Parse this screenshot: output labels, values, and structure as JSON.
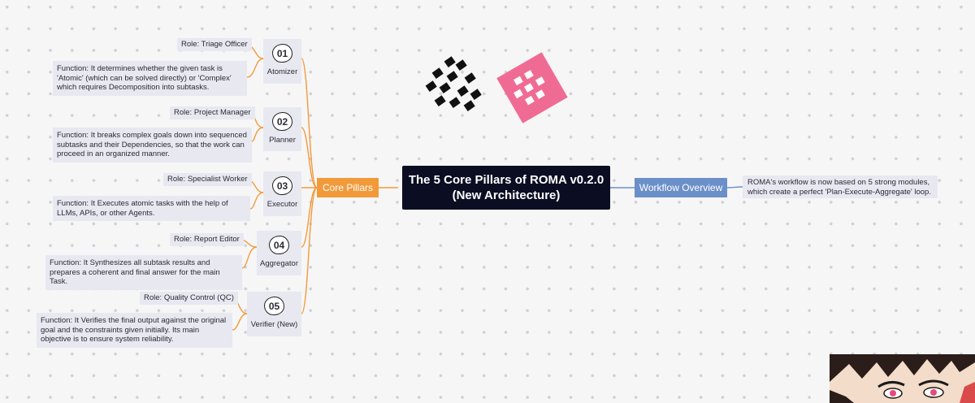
{
  "central": {
    "title_line1": "The 5 Core Pillars of ROMA v0.2.0",
    "title_line2": "(New Architecture)"
  },
  "core_pillars_label": "Core Pillars",
  "workflow": {
    "label": "Workflow Overview",
    "description": "ROMA's workflow is now based on 5 strong modules, which create a perfect 'Plan-Execute-Aggregate' loop."
  },
  "pillars": [
    {
      "number": "01",
      "name": "Atomizer",
      "role": "Role: Triage Officer",
      "function": "Function: It determines whether the given task is 'Atomic' (which can be solved directly) or 'Complex' which requires Decomposition into subtasks."
    },
    {
      "number": "02",
      "name": "Planner",
      "role": "Role: Project Manager",
      "function": "Function: It breaks complex goals down into sequenced subtasks and their Dependencies, so that the work can proceed in an organized manner."
    },
    {
      "number": "03",
      "name": "Executor",
      "role": "Role: Specialist Worker",
      "function": "Function: It Executes atomic tasks with the help of LLMs, APIs, or other Agents."
    },
    {
      "number": "04",
      "name": "Aggregator",
      "role": "Role: Report Editor",
      "function": "Function: It Synthesizes all subtask results and prepares a coherent and final answer for the main Task."
    },
    {
      "number": "05",
      "name": "Verifier (New)",
      "role": "Role: Quality Control (QC)",
      "function": "Function: It Verifies the final output against the original goal and the constraints given initially. Its main objective is to ensure system reliability."
    }
  ],
  "colors": {
    "core_branch": "#f29a3a",
    "workflow_branch": "#6b8fc8",
    "central_bg": "#0b0d22",
    "node_bg": "#e8e8f1",
    "logo_pink": "#f06b93"
  },
  "icons": {
    "logo_left": "roma-logo-black",
    "logo_right": "roma-logo-pink",
    "avatar": "anime-avatar"
  }
}
